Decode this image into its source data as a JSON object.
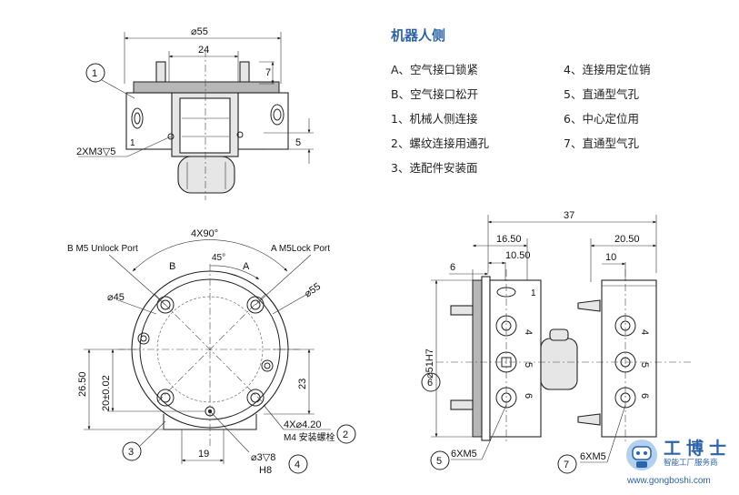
{
  "legend": {
    "title": "机器人侧",
    "items": [
      "A、空气接口锁紧",
      "B、空气接口松开",
      "1、机械人侧连接",
      "2、螺纹连接用通孔",
      "3、选配件安装面",
      "4、连接用定位销",
      "5、直通型气孔",
      "6、中心定位用",
      "7、直通型气孔"
    ]
  },
  "top_view": {
    "dim_diameter": "⌀55",
    "dim_width": "24",
    "dim_height_right": "7",
    "dim_height_bottom": "5",
    "callout_1": "1",
    "body_label_1": "1",
    "thread_note": "2XM3▽5"
  },
  "front_view": {
    "angle_label": "4X90°",
    "b_port_label": "B  M5 Unlock  Port",
    "a_port_label": "A  M5Lock  Port",
    "angle45": "45°",
    "letter_b": "B",
    "letter_a": "A",
    "dia45": "⌀45",
    "dia55": "⌀55",
    "dim_2650": "26.50",
    "dim_20": "20±0.02",
    "dim_23": "23",
    "dim_19": "19",
    "hole_note_line1": "4X⌀4.20",
    "hole_note_line2": "M4 安装螺栓",
    "pin_note_line1": "⌀3▽8",
    "pin_note_line2": "H8",
    "callout_2": "2",
    "callout_3": "3",
    "callout_4": "4"
  },
  "side_view": {
    "dim_37": "37",
    "dim_1650": "16.50",
    "dim_1050": "10.50",
    "dim_2050": "20.50",
    "dim_10": "10",
    "dim_6": "6",
    "dia51": "⌀51H7",
    "port_labels": [
      "4",
      "5",
      "6"
    ],
    "port_labels_right": [
      "4",
      "5",
      "6"
    ],
    "label_port1": "1",
    "thread_left": "6XM5",
    "thread_right": "6XM5",
    "callout_5": "5",
    "callout_6": "6",
    "callout_7": "7"
  },
  "watermark": {
    "name": "工博士",
    "subtitle": "智能工厂服务商",
    "url": "www.gongboshi.com",
    "colors": {
      "brand": "#2d63a8"
    }
  }
}
